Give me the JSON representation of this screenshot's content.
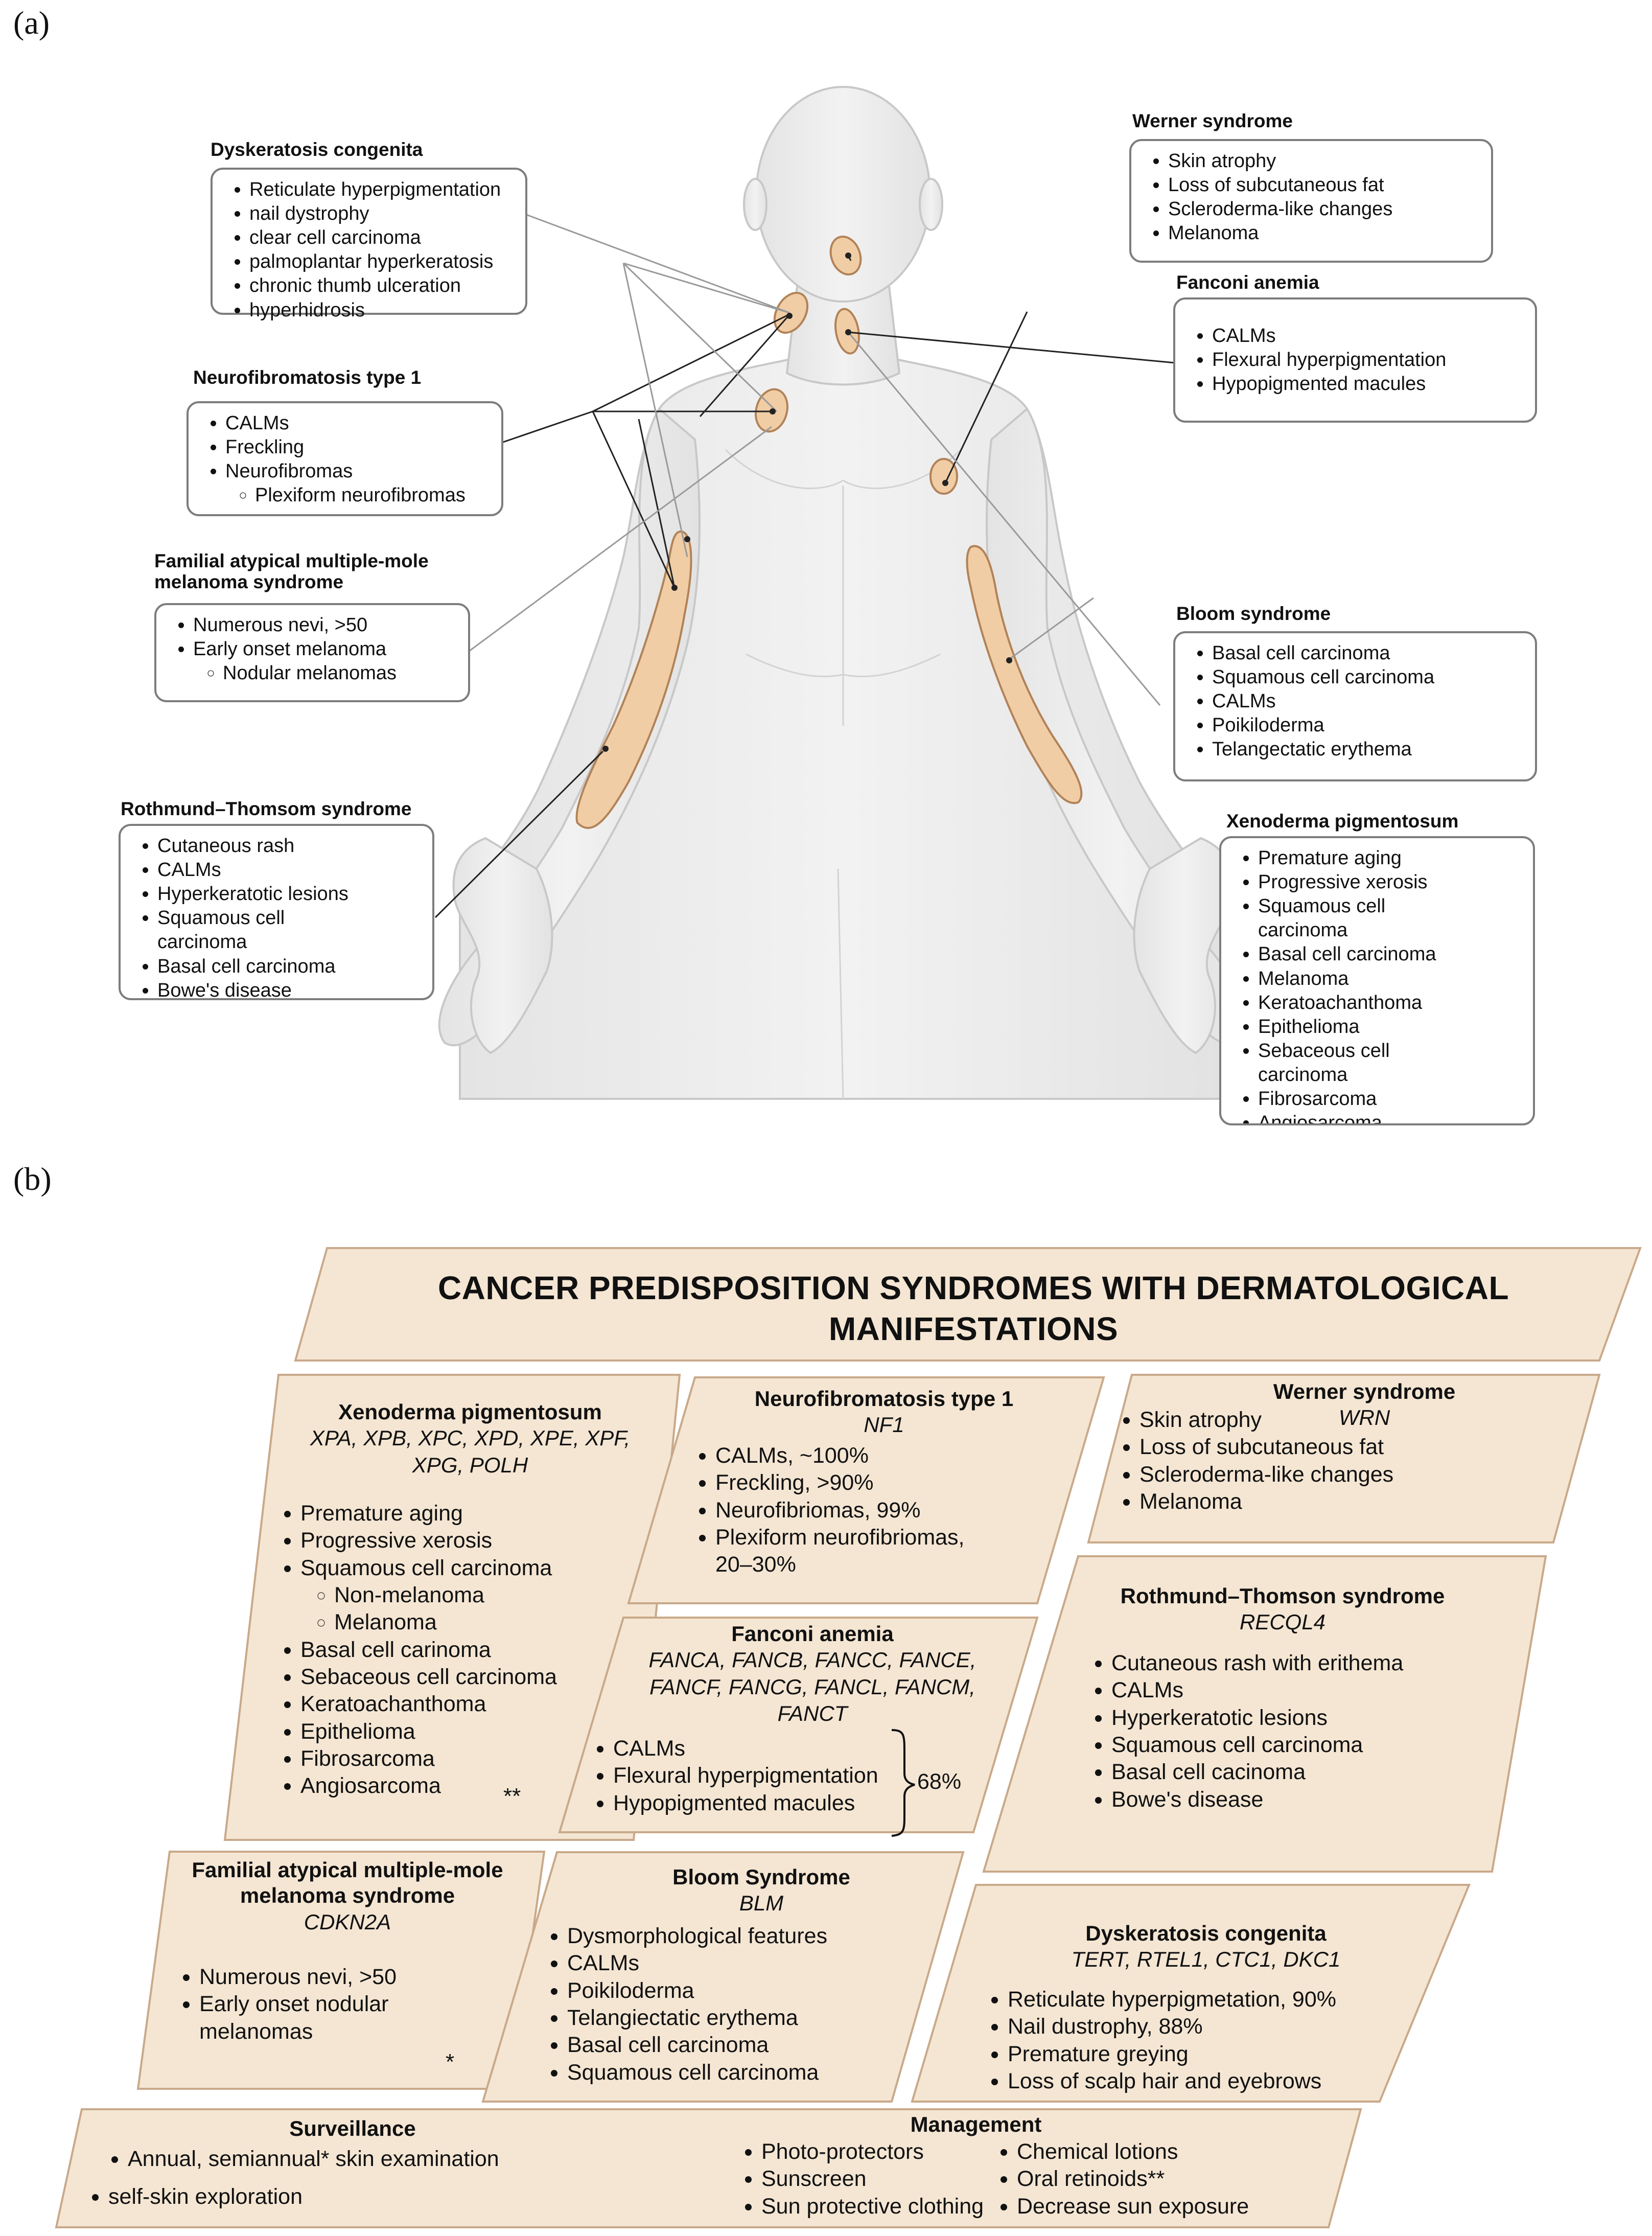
{
  "panel_a": {
    "label": "(a)",
    "cards": {
      "dyskeratosis": {
        "title": "Dyskeratosis congenita",
        "items": [
          "Reticulate hyperpigmentation",
          "nail dystrophy",
          "clear cell carcinoma",
          "palmoplantar hyperkeratosis",
          "chronic thumb ulceration",
          "hyperhidrosis"
        ]
      },
      "nf1": {
        "title": "Neurofibromatosis type 1",
        "items": [
          "CALMs",
          "Freckling",
          "Neurofibromas"
        ],
        "subitems": [
          "Plexiform neurofibromas"
        ]
      },
      "famm": {
        "title_line1": "Familial atypical multiple-mole",
        "title_line2": "melanoma syndrome",
        "items": [
          "Numerous nevi, >50",
          "Early onset melanoma"
        ],
        "subitems": [
          "Nodular melanomas"
        ]
      },
      "rothmund": {
        "title": "Rothmund–Thomsom syndrome",
        "items": [
          "Cutaneous rash",
          "CALMs",
          "Hyperkeratotic lesions",
          "Squamous cell carcinoma",
          "Basal cell carcinoma",
          "Bowe's disease"
        ]
      },
      "werner": {
        "title": "Werner syndrome",
        "items": [
          "Skin atrophy",
          "Loss of subcutaneous fat",
          "Scleroderma-like changes",
          "Melanoma"
        ]
      },
      "fanconi": {
        "title": "Fanconi anemia",
        "items": [
          "CALMs",
          "Flexural hyperpigmentation",
          "Hypopigmented macules"
        ]
      },
      "bloom": {
        "title": "Bloom syndrome",
        "items": [
          "Basal cell carcinoma",
          "Squamous cell carcinoma",
          "CALMs",
          "Poikiloderma",
          "Telangectatic erythema"
        ]
      },
      "xeroderma": {
        "title": "Xenoderma pigmentosum",
        "items": [
          "Premature aging",
          "Progressive xerosis",
          "Squamous cell carcinoma",
          "Basal cell carcinoma",
          "Melanoma",
          "Keratoachanthoma",
          "Epithelioma",
          "Sebaceous cell carcinoma",
          "Fibrosarcoma",
          "Angiosarcoma"
        ]
      }
    }
  },
  "panel_b": {
    "label": "(b)",
    "title_line1": "CANCER PREDISPOSITION SYNDROMES WITH DERMATOLOGICAL",
    "title_line2": "MANIFESTATIONS",
    "xp": {
      "title": "Xenoderma pigmentosum",
      "genes_line1": "XPA, XPB, XPC, XPD, XPE, XPF,",
      "genes_line2": "XPG, POLH",
      "items_a": [
        "Premature aging",
        "Progressive xerosis",
        "Squamous cell carcinoma"
      ],
      "subitems": [
        "Non-melanoma",
        "Melanoma"
      ],
      "items_b": [
        "Basal cell carinoma",
        "Sebaceous cell carcinoma",
        "Keratoachanthoma",
        "Epithelioma",
        "Fibrosarcoma",
        "Angiosarcoma"
      ],
      "note": "**"
    },
    "nf1": {
      "title": "Neurofibromatosis type 1",
      "genes": "NF1",
      "items": [
        "CALMs, ~100%",
        "Freckling, >90%",
        "Neurofibriomas, 99%",
        "Plexiform neurofibriomas, 20–30%"
      ]
    },
    "werner": {
      "title": "Werner syndrome",
      "genes": "WRN",
      "items": [
        "Skin atrophy",
        "Loss of subcutaneous fat",
        "Scleroderma-like changes",
        "Melanoma"
      ]
    },
    "fanconi": {
      "title": "Fanconi anemia",
      "genes_line1": "FANCA, FANCB, FANCC, FANCE,",
      "genes_line2": "FANCF, FANCG, FANCL, FANCM,",
      "genes_line3": "FANCT",
      "items": [
        "CALMs",
        "Flexural hyperpigmentation",
        "Hypopigmented macules"
      ],
      "percent": "68%"
    },
    "rothmund": {
      "title": "Rothmund–Thomson syndrome",
      "genes": "RECQL4",
      "items": [
        "Cutaneous rash with erithema",
        "CALMs",
        "Hyperkeratotic lesions",
        "Squamous cell carcinoma",
        "Basal cell cacinoma",
        "Bowe's disease"
      ]
    },
    "famm": {
      "title_line1": "Familial atypical multiple-mole",
      "title_line2": "melanoma syndrome",
      "genes": "CDKN2A",
      "items": [
        "Numerous nevi, >50",
        "Early onset nodular melanomas"
      ],
      "note": "*"
    },
    "bloom": {
      "title": "Bloom Syndrome",
      "genes": "BLM",
      "items": [
        "Dysmorphological features",
        "CALMs",
        "Poikiloderma",
        "Telangiectatic erythema",
        "Basal cell carcinoma",
        "Squamous cell carcinoma"
      ]
    },
    "dyskeratosis": {
      "title": "Dyskeratosis congenita",
      "genes": "TERT, RTEL1, CTC1, DKC1",
      "items": [
        "Reticulate hyperpigmetation, 90%",
        "Nail dustrophy, 88%",
        "Premature greying",
        "Loss of scalp hair and eyebrows"
      ]
    },
    "surveillance": {
      "title": "Surveillance",
      "item1": "Annual, semiannual* skin examination",
      "item2": "self-skin exploration"
    },
    "management": {
      "title": "Management",
      "col1": [
        "Photo-protectors",
        "Sunscreen",
        "Sun protective clothing"
      ],
      "col2": [
        "Chemical lotions",
        "Oral retinoids**",
        "Decrease sun exposure"
      ]
    }
  }
}
